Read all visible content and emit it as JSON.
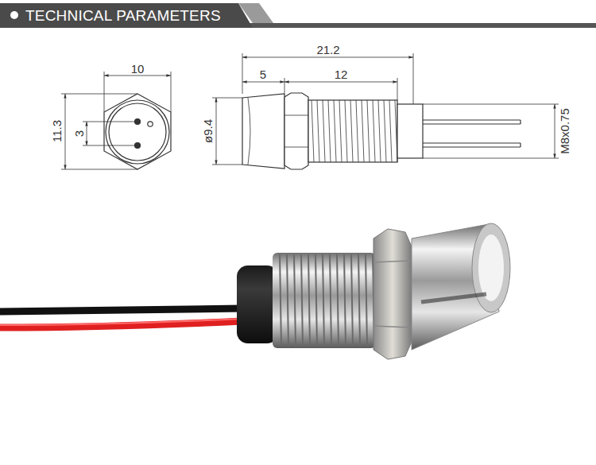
{
  "diagram": {
    "title": "TECHNICAL PARAMETERS",
    "labels": [
      "10",
      "11.3",
      "3",
      "21.2",
      "5",
      "12",
      "ø9.4",
      "M8x0.75"
    ]
  }
}
